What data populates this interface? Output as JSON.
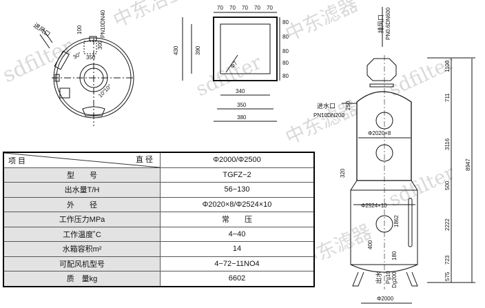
{
  "watermarks": {
    "cn": "中东冶金",
    "cn2": "中东滤器",
    "en": "sdfilter"
  },
  "plan_view": {
    "air_inlet": "进风口",
    "dim_100": "100",
    "dim_300": "300",
    "dim_350": "350",
    "angle_30": "30°",
    "angle_10a": "10°",
    "angle_10b": "10°",
    "pipe": "PN10DN40"
  },
  "flange_view": {
    "top_dims": [
      "70",
      "70",
      "70",
      "70",
      "70"
    ],
    "right_dims": [
      "80",
      "80",
      "80",
      "80",
      "80"
    ],
    "dim_430": "430",
    "dim_390": "390",
    "hole": "Φ7",
    "dim_340": "340",
    "dim_350": "350",
    "dim_380": "380"
  },
  "elevation": {
    "exhaust": "排风口",
    "exhaust_spec": "PN0.6DN600",
    "water_in": "进水口",
    "water_in_spec": "PN10DN200",
    "dim_250": "250",
    "upper_dia": "Φ2020×8",
    "lower_dia": "Φ2524×10",
    "dim_320": "320",
    "dim_1862": "1862",
    "dim_400": "400",
    "dim_180": "180",
    "water_out": "出水",
    "out_spec1": "Pg10",
    "out_spec2": "Dg200",
    "base_dia": "Φ2000",
    "right_dims": [
      "1100",
      "711",
      "3116",
      "500",
      "2222",
      "723",
      "575"
    ],
    "total": "8947"
  },
  "table": {
    "header_left": "项 目",
    "header_mid": "直 径",
    "header_value": "Φ2000/Φ2500",
    "rows": [
      {
        "label": "型　　号",
        "value": "TGFZ−2"
      },
      {
        "label": "出水量T/H",
        "value": "56−130"
      },
      {
        "label": "外　　径",
        "value": "Φ2020×8/Φ2524×10"
      },
      {
        "label": "工作压力MPa",
        "value": "常　　压"
      },
      {
        "label": "工作温度˚C",
        "value": "4−40"
      },
      {
        "label": "水箱容积m²",
        "value": "14"
      },
      {
        "label": "可配风机型号",
        "value": "4−72−11NO4"
      },
      {
        "label": "质　量kg",
        "value": "6602"
      }
    ]
  }
}
